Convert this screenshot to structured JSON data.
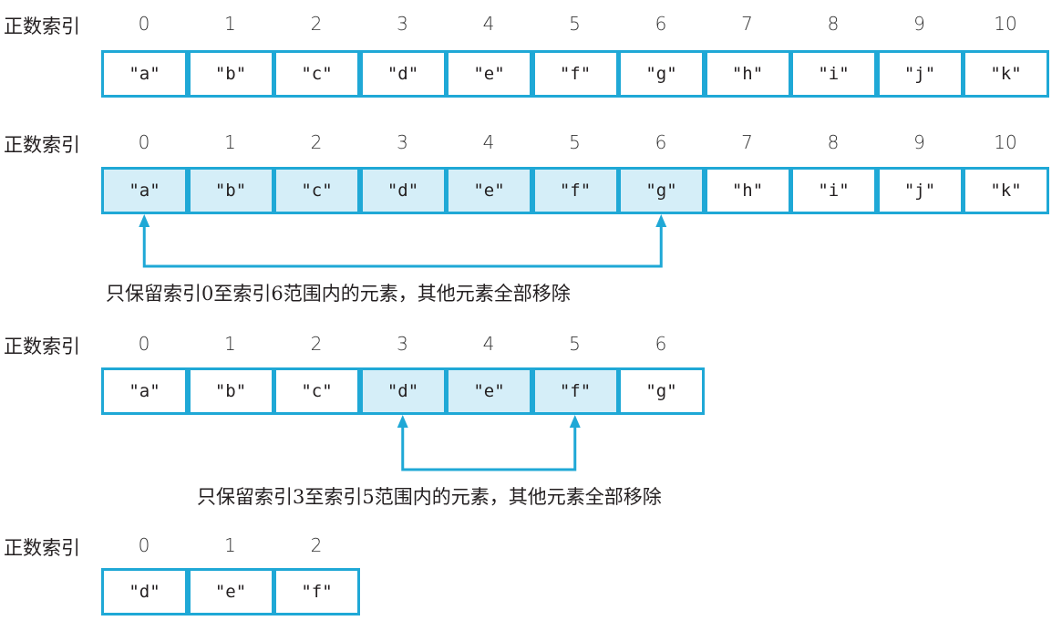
{
  "colors": {
    "border": "#1fa8d6",
    "highlight": "#d5eef8",
    "arrow": "#1fa8d6"
  },
  "rows": [
    {
      "label": "正数索引",
      "indices": [
        "0",
        "1",
        "2",
        "3",
        "4",
        "5",
        "6",
        "7",
        "8",
        "9",
        "10"
      ],
      "cells": [
        "\"a\"",
        "\"b\"",
        "\"c\"",
        "\"d\"",
        "\"e\"",
        "\"f\"",
        "\"g\"",
        "\"h\"",
        "\"i\"",
        "\"j\"",
        "\"k\""
      ],
      "highlighted": []
    },
    {
      "label": "正数索引",
      "indices": [
        "0",
        "1",
        "2",
        "3",
        "4",
        "5",
        "6",
        "7",
        "8",
        "9",
        "10"
      ],
      "cells": [
        "\"a\"",
        "\"b\"",
        "\"c\"",
        "\"d\"",
        "\"e\"",
        "\"f\"",
        "\"g\"",
        "\"h\"",
        "\"i\"",
        "\"j\"",
        "\"k\""
      ],
      "highlighted": [
        0,
        1,
        2,
        3,
        4,
        5,
        6
      ]
    },
    {
      "label": "正数索引",
      "indices": [
        "0",
        "1",
        "2",
        "3",
        "4",
        "5",
        "6"
      ],
      "cells": [
        "\"a\"",
        "\"b\"",
        "\"c\"",
        "\"d\"",
        "\"e\"",
        "\"f\"",
        "\"g\""
      ],
      "highlighted": [
        3,
        4,
        5
      ]
    },
    {
      "label": "正数索引",
      "indices": [
        "0",
        "1",
        "2"
      ],
      "cells": [
        "\"d\"",
        "\"e\"",
        "\"f\""
      ],
      "highlighted": []
    }
  ],
  "annotations": [
    {
      "caption": "只保留索引0至索引6范围内的元素，其他元素全部移除",
      "from_index": 0,
      "to_index": 6
    },
    {
      "caption": "只保留索引3至索引5范围内的元素，其他元素全部移除",
      "from_index": 3,
      "to_index": 5
    }
  ]
}
